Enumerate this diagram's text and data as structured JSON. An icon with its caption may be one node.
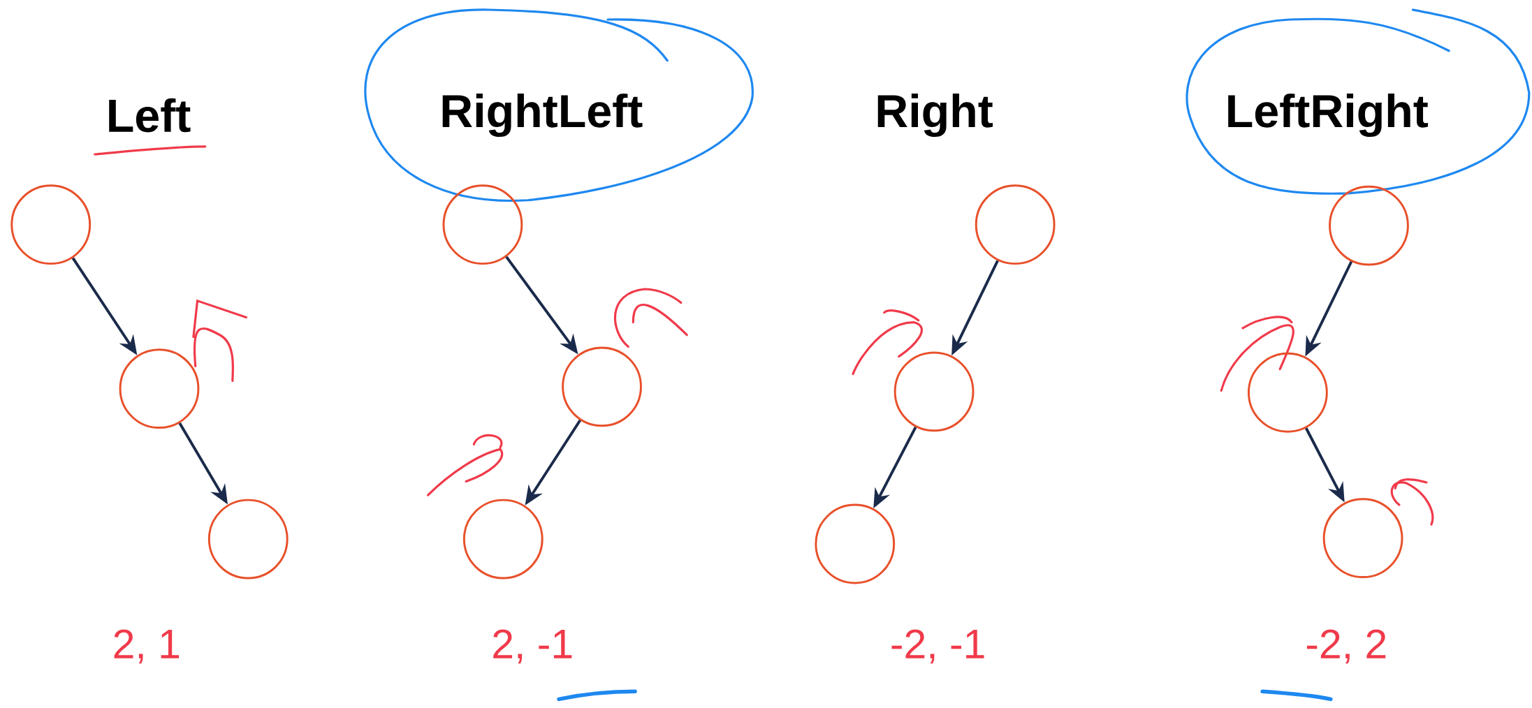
{
  "diagram": {
    "nodes": [
      {
        "text": [],
        "shape": "circle"
      },
      {
        "text": [],
        "shape": "circle"
      },
      {
        "text": [],
        "shape": "circle"
      },
      {
        "text": [],
        "shape": "circle"
      },
      {
        "text": [],
        "shape": "circle"
      },
      {
        "text": [],
        "shape": "circle"
      },
      {
        "text": [],
        "shape": "circle"
      },
      {
        "text": [],
        "shape": "circle"
      },
      {
        "text": [],
        "shape": "circle"
      },
      {
        "text": [],
        "shape": "circle"
      },
      {
        "text": [],
        "shape": "circle"
      },
      {
        "text": [],
        "shape": "circle"
      }
    ],
    "edges": [
      {
        "from": 0,
        "to": 1,
        "arrow": "to"
      },
      {
        "from": 1,
        "to": 2,
        "arrow": "to"
      },
      {
        "from": 3,
        "to": 4,
        "arrow": "to"
      },
      {
        "from": 4,
        "to": 5,
        "arrow": "to"
      },
      {
        "from": 6,
        "to": 7,
        "arrow": "to"
      },
      {
        "from": 7,
        "to": 8,
        "arrow": "to"
      },
      {
        "from": 9,
        "to": 10,
        "arrow": "to"
      },
      {
        "from": 10,
        "to": 11,
        "arrow": "to"
      }
    ],
    "labels": [
      "Left",
      "RightLeft",
      "Right",
      "LeftRight",
      "2, 1",
      "2, -1",
      "-2, -1",
      "-2, 2"
    ]
  }
}
